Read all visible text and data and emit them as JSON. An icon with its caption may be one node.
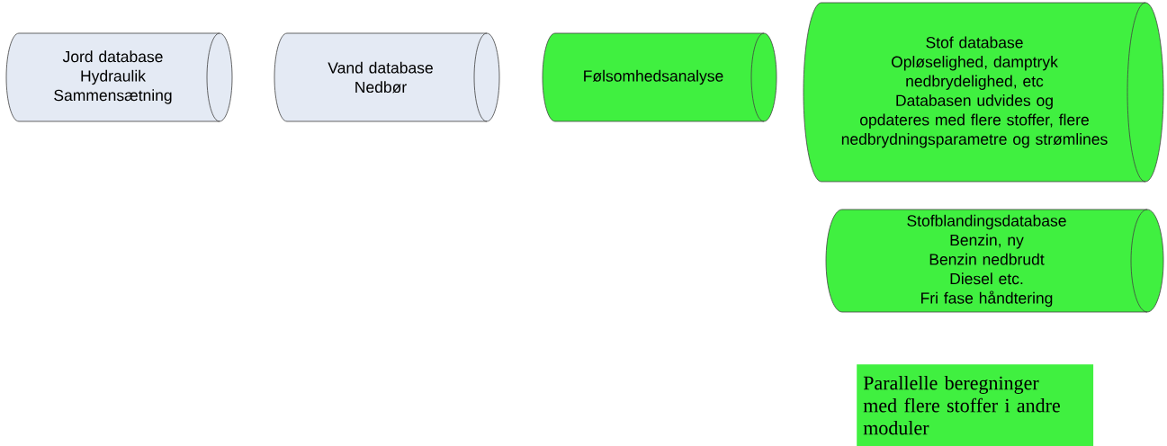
{
  "diagram": {
    "nodes": [
      {
        "text": [
          "Jord database",
          "Hydraulik",
          "Sammensætning"
        ]
      },
      {
        "text": [
          "Vand database",
          "Nedbør"
        ]
      },
      {
        "text": [
          "Følsomhedsanalyse"
        ]
      },
      {
        "text": [
          "Stof database",
          "Opløselighed, damptryk nedbrydelighed, etc",
          "Databasen udvides og opdateres med flere stoffer, flere nedbrydningsparametre og strømlines"
        ]
      },
      {
        "text": [
          "Stofblandingsdatabase",
          "Benzin, ny",
          "Benzin nedbrudt",
          "Diesel etc.",
          "Fri fase håndtering"
        ]
      },
      {
        "text": [
          "Parallelle beregninger med flere stoffer i andre moduler"
        ]
      }
    ]
  }
}
